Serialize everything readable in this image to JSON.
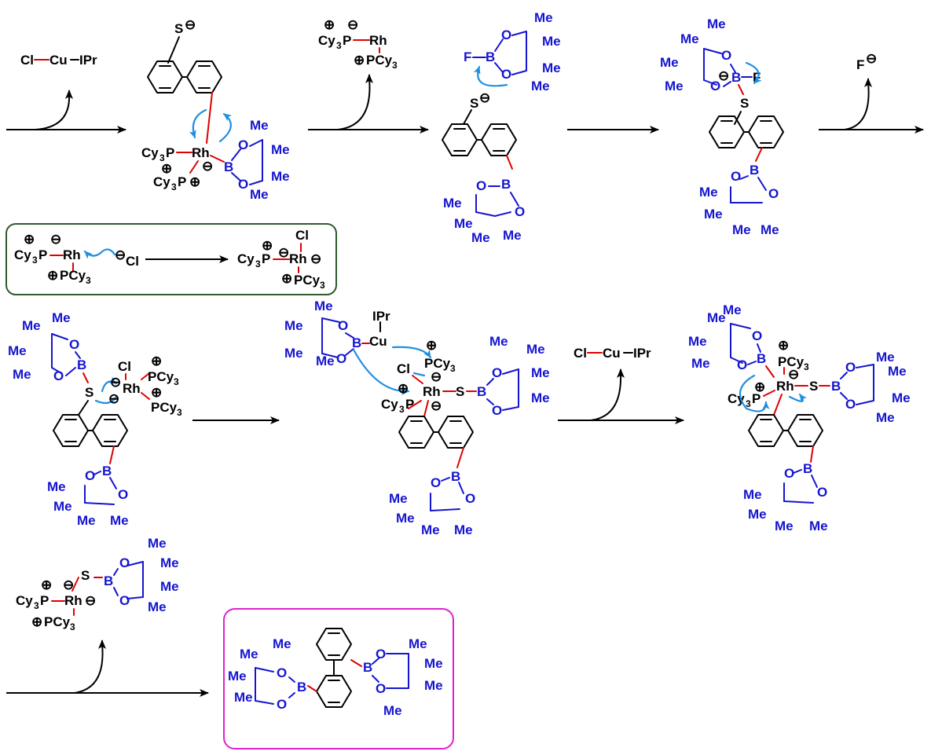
{
  "labels": {
    "cl": "Cl",
    "cu": "Cu",
    "ipr": "IPr",
    "s": "S",
    "b": "B",
    "o": "O",
    "f": "F",
    "me": "Me",
    "rh": "Rh",
    "cy3p": "Cy",
    "sub3": "3",
    "pcy3": "PCy",
    "p": "P"
  },
  "charges": {
    "plus": "⊕",
    "minus": "⊖"
  },
  "colors": {
    "atom_black": "#000000",
    "boron_ester_blue": "#1515d0",
    "bond_red": "#e00000",
    "electron_arrow_cyan": "#1e8fe0",
    "box_green": "#2e5a2e",
    "box_magenta": "#e020d0"
  }
}
